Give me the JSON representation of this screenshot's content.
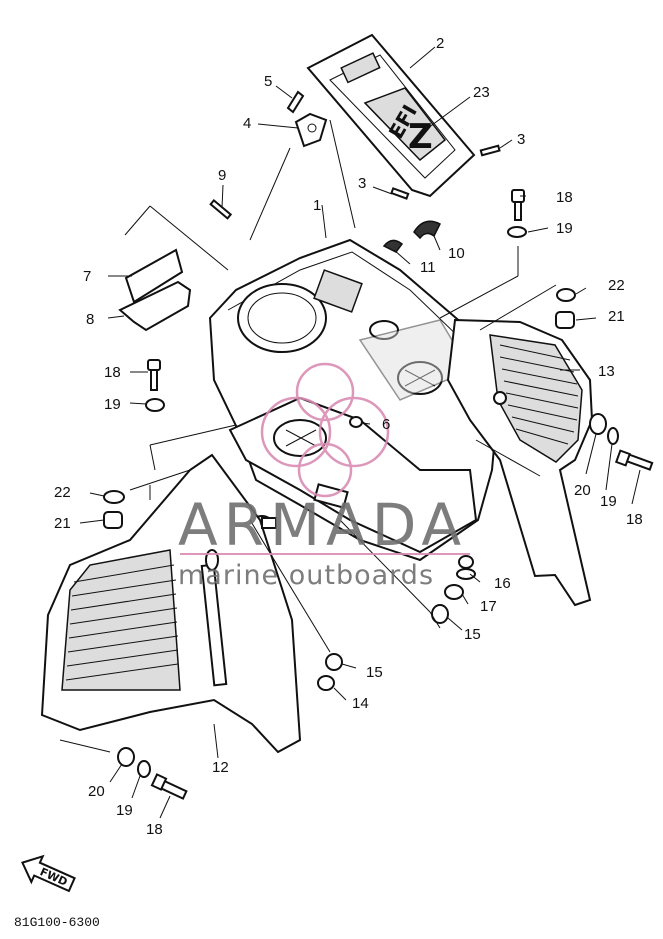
{
  "diagram": {
    "code": "81G100-6300",
    "fwd_label": "FWD",
    "badge_text": "EFI",
    "badge_letter": "Z"
  },
  "watermark": {
    "title": "ARMADA",
    "subtitle": "marine outboards",
    "accent_color": "#d98cb3"
  },
  "callouts": [
    {
      "id": "c1",
      "label": "1"
    },
    {
      "id": "c2",
      "label": "2"
    },
    {
      "id": "c23",
      "label": "23"
    },
    {
      "id": "c3a",
      "label": "3"
    },
    {
      "id": "c3b",
      "label": "3"
    },
    {
      "id": "c5",
      "label": "5"
    },
    {
      "id": "c4",
      "label": "4"
    },
    {
      "id": "c9",
      "label": "9"
    },
    {
      "id": "c18a",
      "label": "18"
    },
    {
      "id": "c19a",
      "label": "19"
    },
    {
      "id": "c10",
      "label": "10"
    },
    {
      "id": "c11",
      "label": "11"
    },
    {
      "id": "c22a",
      "label": "22"
    },
    {
      "id": "c21a",
      "label": "21"
    },
    {
      "id": "c7",
      "label": "7"
    },
    {
      "id": "c8",
      "label": "8"
    },
    {
      "id": "c13",
      "label": "13"
    },
    {
      "id": "c18b",
      "label": "18"
    },
    {
      "id": "c19b",
      "label": "19"
    },
    {
      "id": "c6",
      "label": "6"
    },
    {
      "id": "c20a",
      "label": "20"
    },
    {
      "id": "c19c",
      "label": "19"
    },
    {
      "id": "c18c",
      "label": "18"
    },
    {
      "id": "c22b",
      "label": "22"
    },
    {
      "id": "c21b",
      "label": "21"
    },
    {
      "id": "c16",
      "label": "16"
    },
    {
      "id": "c17",
      "label": "17"
    },
    {
      "id": "c15a",
      "label": "15"
    },
    {
      "id": "c15b",
      "label": "15"
    },
    {
      "id": "c14",
      "label": "14"
    },
    {
      "id": "c12",
      "label": "12"
    },
    {
      "id": "c20b",
      "label": "20"
    },
    {
      "id": "c19d",
      "label": "19"
    },
    {
      "id": "c18d",
      "label": "18"
    }
  ]
}
